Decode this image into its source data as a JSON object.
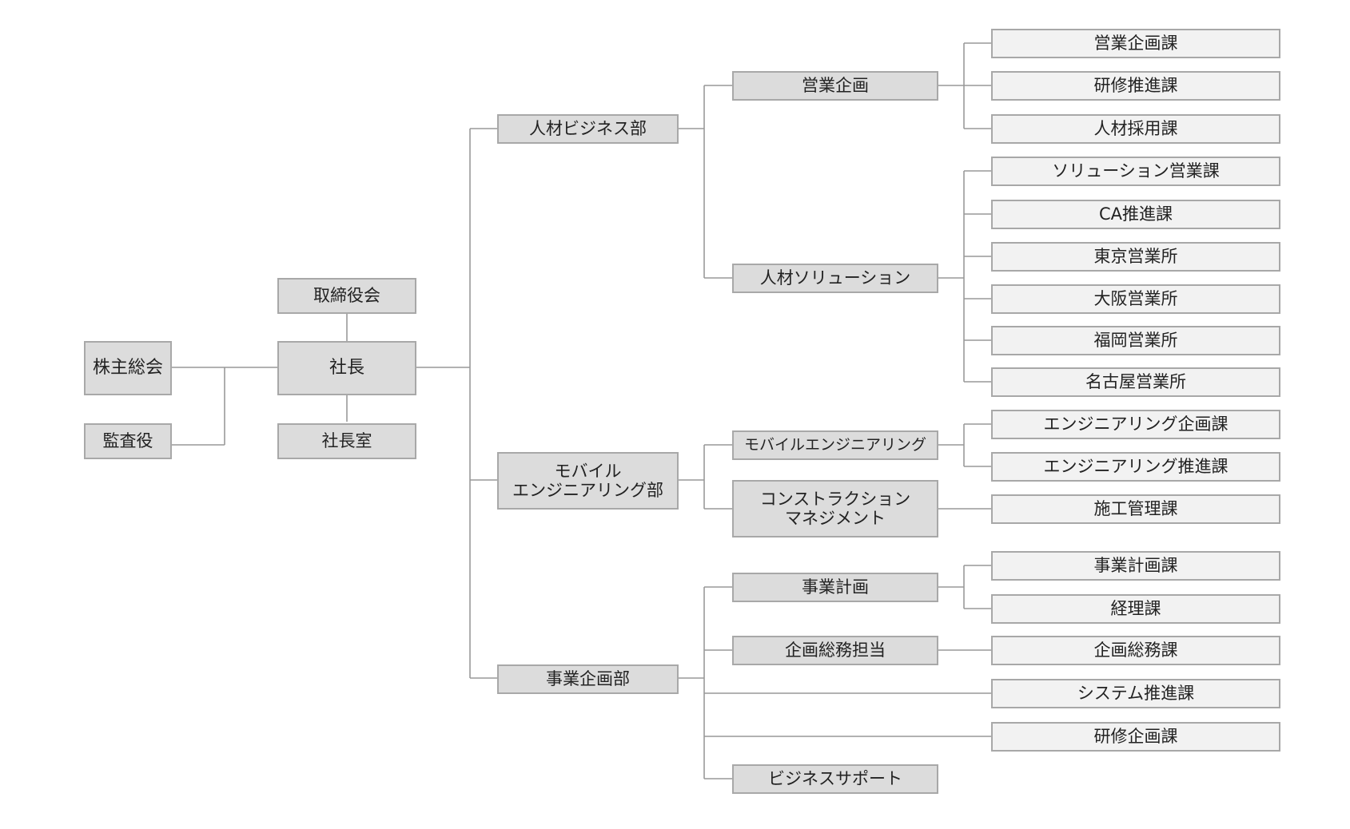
{
  "nodes": {
    "shareholders": "株主総会",
    "auditor": "監査役",
    "board": "取締役会",
    "president": "社長",
    "president_office": "社長室",
    "hr_business_dept": "人材ビジネス部",
    "mobile_eng_dept": "モバイル\nエンジニアリング部",
    "business_planning_dept": "事業企画部",
    "sales_planning": "営業企画",
    "hr_solution": "人材ソリューション",
    "mobile_engineering": "モバイルエンジニアリング",
    "construction_mgmt": "コンストラクション\nマネジメント",
    "business_plan": "事業計画",
    "planning_general_affairs": "企画総務担当",
    "business_support": "ビジネスサポート",
    "sales_planning_section": "営業企画課",
    "training_promotion_section": "研修推進課",
    "recruitment_section": "人材採用課",
    "solution_sales_section": "ソリューション営業課",
    "ca_promotion_section": "CA推進課",
    "tokyo_office": "東京営業所",
    "osaka_office": "大阪営業所",
    "fukuoka_office": "福岡営業所",
    "nagoya_office": "名古屋営業所",
    "eng_planning_section": "エンジニアリング企画課",
    "eng_promotion_section": "エンジニアリング推進課",
    "construction_section": "施工管理課",
    "business_plan_section": "事業計画課",
    "accounting_section": "経理課",
    "general_affairs_section": "企画総務課",
    "system_promotion_section": "システム推進課",
    "training_planning_section": "研修企画課"
  },
  "colors": {
    "box_dark": "#dcdcdc",
    "box_light": "#f2f2f2",
    "border": "#a8a8a8",
    "line": "#999999"
  }
}
